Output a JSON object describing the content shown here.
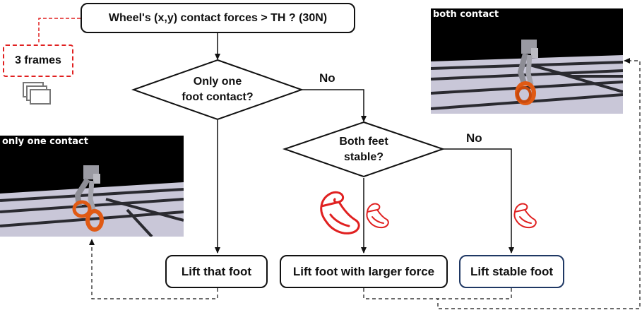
{
  "flowchart": {
    "start": "Wheel's (x,y) contact forces > TH ? (30N)",
    "decision_one": [
      "Only one",
      "foot contact?"
    ],
    "decision_two": [
      "Both feet",
      "stable?"
    ],
    "no_label_1": "No",
    "no_label_2": "No",
    "action_left": "Lift that foot",
    "action_middle": "Lift foot with larger force",
    "action_right": "Lift stable foot",
    "frames": "3 frames"
  },
  "images": {
    "top_right_label": "both contact",
    "left_label": "only one contact"
  },
  "icons": [
    "stack-frames-icon",
    "strong-arm-icon-large",
    "strong-arm-icon-small",
    "strong-arm-icon-right"
  ],
  "colors": {
    "accent_red": "#e02020",
    "robot_wheel": "#e05a14",
    "floor": "#c8c6d8",
    "blue_border": "#1f3864"
  }
}
